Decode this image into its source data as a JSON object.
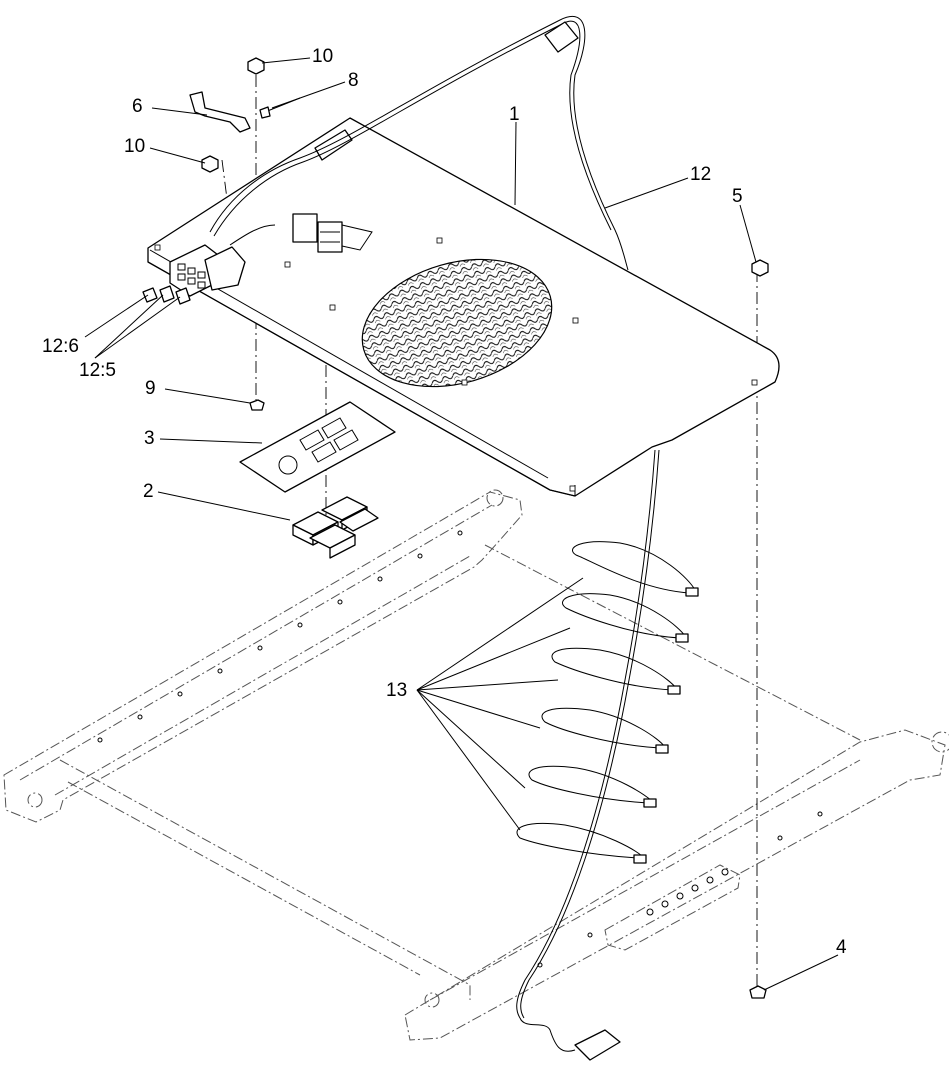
{
  "callouts": {
    "c1": "1",
    "c2": "2",
    "c3": "3",
    "c4": "4",
    "c5": "5",
    "c6": "6",
    "c8": "8",
    "c9": "9",
    "c10a": "10",
    "c10b": "10",
    "c12": "12",
    "c12_5": "12:5",
    "c12_6": "12:6",
    "c13": "13"
  }
}
